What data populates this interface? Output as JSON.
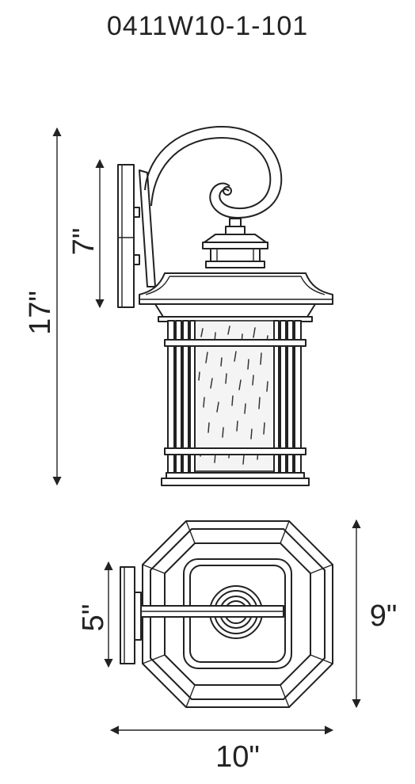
{
  "title": {
    "model_number": "0411W10-1-101"
  },
  "dimensions": {
    "height": "17\"",
    "mount_height": "7\"",
    "extension": "5\"",
    "depth": "9\"",
    "width": "10\""
  },
  "colors": {
    "line": "#222222",
    "background": "#ffffff"
  }
}
